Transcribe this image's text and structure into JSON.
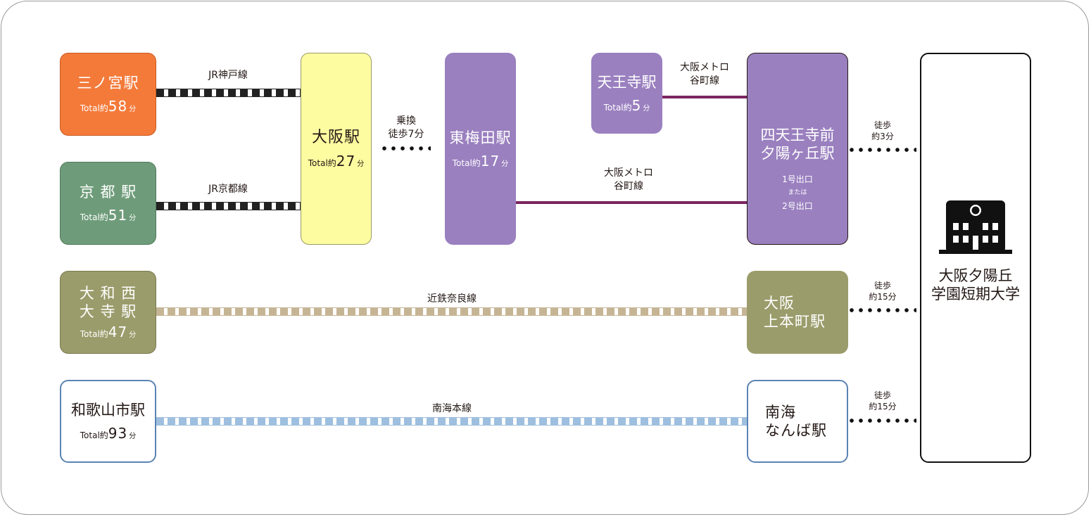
{
  "colors": {
    "sannomiya": "#f47a3a",
    "kyoto": "#6e9c7a",
    "yamato": "#9b9c6b",
    "osaka": "#fdfca0",
    "purple": "#9a80bf",
    "metro_line": "#7b2461",
    "jr_line": "#222222",
    "kintetsu_line": "#c6b595",
    "nankai_line": "#9ebfdf",
    "nankai_border": "#5a83b4"
  },
  "stations": {
    "sannomiya": {
      "name": "三ノ宮駅",
      "total_prefix": "Total約",
      "minutes": "58",
      "unit": "分"
    },
    "kyoto": {
      "name": "京 都 駅",
      "total_prefix": "Total約",
      "minutes": "51",
      "unit": "分"
    },
    "yamato_line1": "大 和 西",
    "yamato_line2": "大 寺 駅",
    "yamato": {
      "total_prefix": "Total約",
      "minutes": "47",
      "unit": "分"
    },
    "wakayama": {
      "name": "和歌山市駅",
      "total_prefix": "Total約",
      "minutes": "93",
      "unit": "分"
    },
    "osaka": {
      "name": "大阪駅",
      "total_prefix": "Total約",
      "minutes": "27",
      "unit": "分"
    },
    "higashi_umeda": {
      "name": "東梅田駅",
      "total_prefix": "Total約",
      "minutes": "17",
      "unit": "分"
    },
    "tennoji": {
      "name": "天王寺駅",
      "total_prefix": "Total約",
      "minutes": "5",
      "unit": "分"
    },
    "shitennoji_line1": "四天王寺前",
    "shitennoji_line2": "夕陽ヶ丘駅",
    "shitennoji_exit1": "1号出口",
    "shitennoji_or": "または",
    "shitennoji_exit2": "2号出口",
    "uehommachi_line1": "大阪",
    "uehommachi_line2": "上本町駅",
    "namba_line1": "南海",
    "namba_line2": "なんば駅"
  },
  "lines": {
    "jr_kobe": "JR神戸線",
    "jr_kyoto": "JR京都線",
    "transfer_line1": "乗換",
    "transfer_line2": "徒歩7分",
    "metro_top_line1": "大阪メトロ",
    "metro_top_line2": "谷町線",
    "metro_mid_line1": "大阪メトロ",
    "metro_mid_line2": "谷町線",
    "kintetsu": "近鉄奈良線",
    "nankai": "南海本線"
  },
  "walks": {
    "walk1_line1": "徒歩",
    "walk1_line2": "約3分",
    "walk2_line1": "徒歩",
    "walk2_line2": "約15分",
    "walk3_line1": "徒歩",
    "walk3_line2": "約15分"
  },
  "destination": {
    "icon": "school-building-icon",
    "name_line1": "大阪夕陽丘",
    "name_line2": "学園短期大学"
  }
}
